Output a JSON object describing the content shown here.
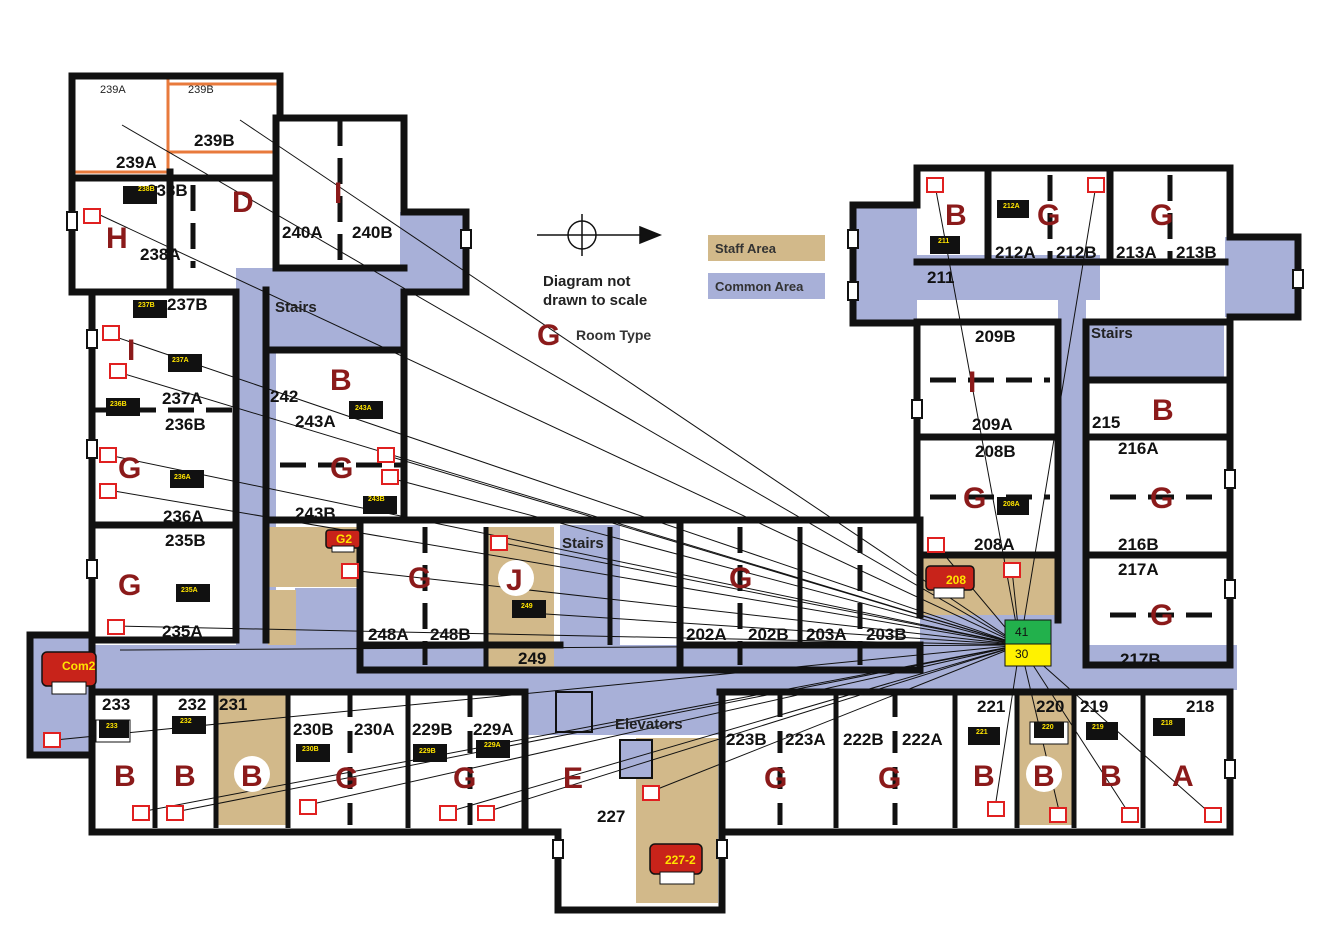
{
  "colors": {
    "wall": "#111111",
    "common": "#a8b0d8",
    "staff": "#d2b98a",
    "room_type": "#8b1a1a",
    "printer": "#c8231a",
    "marker": "#e02020",
    "highlight": "#e87a3c",
    "hub_green": "#22b14c",
    "hub_yellow": "#fff200"
  },
  "legend": {
    "staff_label": "Staff Area",
    "common_label": "Common Area",
    "scale_note_line1": "Diagram not",
    "scale_note_line2": "drawn to scale",
    "room_type_symbol": "G",
    "room_type_label": "Room Type"
  },
  "labels": {
    "stairs_left": "Stairs",
    "stairs_center": "Stairs",
    "stairs_right": "Stairs",
    "elevators": "Elevators"
  },
  "hub": {
    "top": "41",
    "bottom": "30"
  },
  "highlighted_rooms": [
    "239A",
    "239B"
  ],
  "rooms": [
    {
      "num": "239A",
      "tiny": "239A"
    },
    {
      "num": "239B",
      "tiny": "239B"
    },
    {
      "num": "238B"
    },
    {
      "num": "238A"
    },
    {
      "num": "240A"
    },
    {
      "num": "240B"
    },
    {
      "num": "237B"
    },
    {
      "num": "237A"
    },
    {
      "num": "236B"
    },
    {
      "num": "236A"
    },
    {
      "num": "235B"
    },
    {
      "num": "235A"
    },
    {
      "num": "242"
    },
    {
      "num": "243A"
    },
    {
      "num": "243B"
    },
    {
      "num": "248A"
    },
    {
      "num": "248B"
    },
    {
      "num": "249"
    },
    {
      "num": "202A"
    },
    {
      "num": "202B"
    },
    {
      "num": "203A"
    },
    {
      "num": "203B"
    },
    {
      "num": "211"
    },
    {
      "num": "212A"
    },
    {
      "num": "212B"
    },
    {
      "num": "213A"
    },
    {
      "num": "213B"
    },
    {
      "num": "209B"
    },
    {
      "num": "209A"
    },
    {
      "num": "208B"
    },
    {
      "num": "208A"
    },
    {
      "num": "215"
    },
    {
      "num": "216A"
    },
    {
      "num": "216B"
    },
    {
      "num": "217A"
    },
    {
      "num": "217B"
    },
    {
      "num": "233"
    },
    {
      "num": "232"
    },
    {
      "num": "231"
    },
    {
      "num": "230B"
    },
    {
      "num": "230A"
    },
    {
      "num": "229B"
    },
    {
      "num": "229A"
    },
    {
      "num": "227"
    },
    {
      "num": "223B"
    },
    {
      "num": "223A"
    },
    {
      "num": "222B"
    },
    {
      "num": "222A"
    },
    {
      "num": "221"
    },
    {
      "num": "220"
    },
    {
      "num": "219"
    },
    {
      "num": "218"
    }
  ],
  "room_types": [
    "D",
    "H",
    "I",
    "I",
    "B",
    "G",
    "G",
    "G",
    "J",
    "G",
    "G",
    "B",
    "G",
    "G",
    "I",
    "B",
    "G",
    "G",
    "G",
    "B",
    "B",
    "B",
    "G",
    "G",
    "E",
    "G",
    "G",
    "B",
    "B",
    "B",
    "A"
  ],
  "printers": [
    "G2",
    "208",
    "Com2",
    "227-2"
  ],
  "device_tags": [
    "238B",
    "237B",
    "237A",
    "236B",
    "236A",
    "235A",
    "243A",
    "243B",
    "249",
    "211",
    "212A",
    "208A",
    "233",
    "232",
    "230B",
    "229B",
    "229A",
    "221",
    "220",
    "219",
    "218"
  ]
}
